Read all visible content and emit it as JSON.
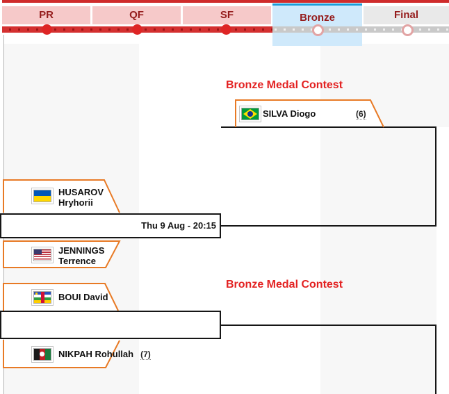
{
  "header": {
    "tabs": [
      {
        "label": "PR",
        "status": "completed"
      },
      {
        "label": "QF",
        "status": "completed"
      },
      {
        "label": "SF",
        "status": "completed"
      },
      {
        "label": "Bronze",
        "status": "active"
      },
      {
        "label": "Final",
        "status": "upcoming"
      }
    ]
  },
  "bracket": {
    "contest1": {
      "heading": "Bronze Medal Contest",
      "semifinal_loser": {
        "name": "SILVA Diogo",
        "seed": "(6)",
        "flag": "brazil-flag"
      },
      "match": {
        "schedule": "Thu 9 Aug - 20:15"
      },
      "top_athlete": {
        "last_name": "HUSAROV",
        "first_name": "Hryhorii",
        "flag": "ukraine-flag"
      },
      "bottom_athlete": {
        "last_name": "JENNINGS",
        "first_name": "Terrence",
        "flag": "united-states-flag"
      }
    },
    "contest2": {
      "heading": "Bronze Medal Contest",
      "match": {
        "schedule": ""
      },
      "top_athlete": {
        "name": "BOUI David",
        "flag": "central-african-republic-flag"
      },
      "bottom_athlete": {
        "name": "NIKPAH Rohullah",
        "seed": "(7)",
        "flag": "afghanistan-flag"
      }
    }
  },
  "colors": {
    "top_strip_red": "#cf2b2b",
    "tab_pink": "#f6c9c9",
    "tab_text_maroon": "#951c1c",
    "active_tab_blue": "#cfe9fb",
    "active_tab_border_blue": "#1a9cd8",
    "final_tab_gray": "#e9e9e9",
    "timeline_red": "#d43030",
    "timeline_gray": "#c9c9c9",
    "heading_red": "#e32222",
    "entry_border_orange": "#e87a25",
    "bracket_line_black": "#161616"
  }
}
